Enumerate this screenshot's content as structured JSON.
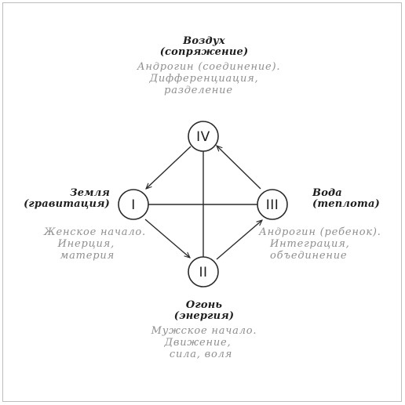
{
  "nodes": {
    "I": {
      "label": "I"
    },
    "II": {
      "label": "II"
    },
    "III": {
      "label": "III"
    },
    "IV": {
      "label": "IV"
    }
  },
  "air": {
    "title": "Воздух",
    "subtitle": "(сопряжение)",
    "lines": [
      "Андрогин (соединение).",
      "Дифференциация,",
      "разделение"
    ]
  },
  "earth": {
    "title": "Земля",
    "subtitle": "(гравитация)",
    "lines": [
      "Женское начало.",
      "Инерция,",
      "материя"
    ]
  },
  "water": {
    "title": "Вода",
    "subtitle": "(теплота)",
    "lines": [
      "Андрогин (ребенок).",
      "Интеграция,",
      "объединение"
    ]
  },
  "fire": {
    "title": "Огонь",
    "subtitle": "(энергия)",
    "lines": [
      "Мужское начало.",
      "Движение,",
      "сила, воля"
    ]
  },
  "colors": {
    "ink": "#1e1e1e",
    "muted": "#8f8f8f",
    "frame": "#bdbdbd"
  }
}
